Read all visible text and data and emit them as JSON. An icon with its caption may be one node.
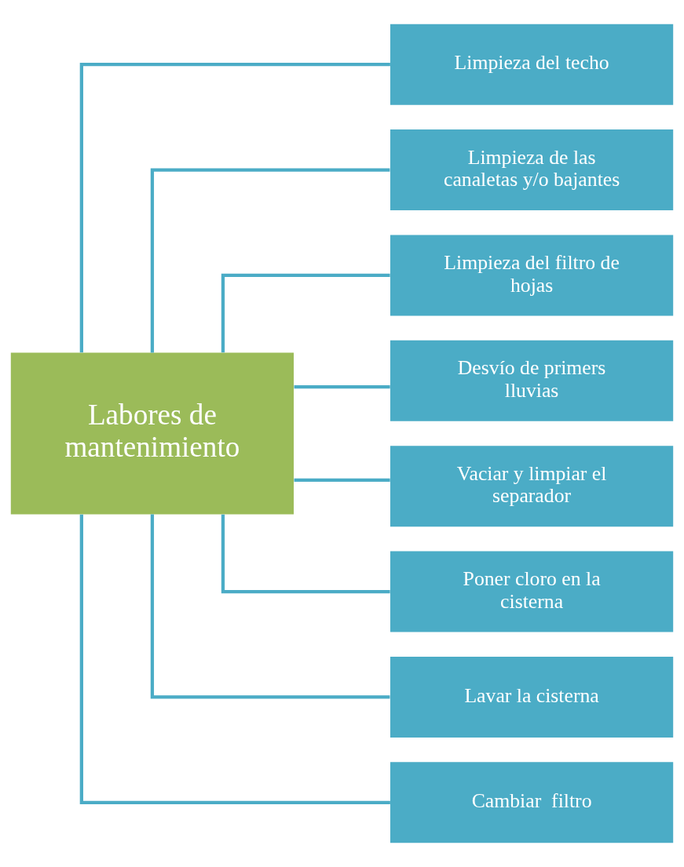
{
  "diagram": {
    "nodes": [
      {
        "text": [
          "Labores de mantenimiento"
        ]
      },
      {
        "text": [
          "Limpieza del techo"
        ]
      },
      {
        "text": [
          "Limpieza de las canaletas y/o bajantes"
        ]
      },
      {
        "text": [
          "Limpieza del filtro de hojas"
        ]
      },
      {
        "text": [
          "Desvío de primers lluvias"
        ]
      },
      {
        "text": [
          "Vaciar y limpiar el separador"
        ]
      },
      {
        "text": [
          "Poner cloro en la cisterna"
        ]
      },
      {
        "text": [
          "Lavar la cisterna"
        ]
      },
      {
        "text": [
          "Cambiar  filtro"
        ]
      }
    ],
    "edges": [
      {
        "from": 0,
        "to": 1,
        "arrow": "none"
      },
      {
        "from": 0,
        "to": 2,
        "arrow": "none"
      },
      {
        "from": 0,
        "to": 3,
        "arrow": "none"
      },
      {
        "from": 0,
        "to": 4,
        "arrow": "none"
      },
      {
        "from": 0,
        "to": 5,
        "arrow": "none"
      },
      {
        "from": 0,
        "to": 6,
        "arrow": "none"
      },
      {
        "from": 0,
        "to": 7,
        "arrow": "none"
      },
      {
        "from": 0,
        "to": 8,
        "arrow": "none"
      }
    ]
  }
}
